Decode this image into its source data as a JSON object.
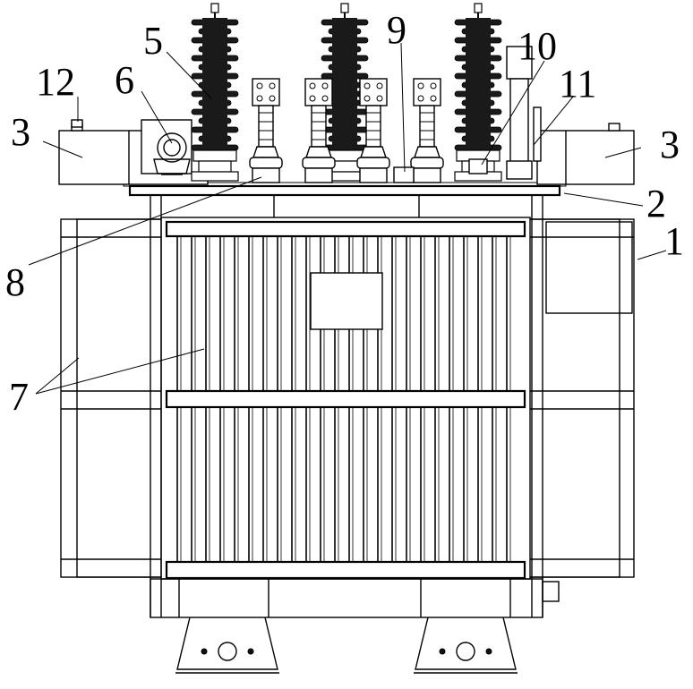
{
  "diagram": {
    "labels": {
      "l1": "1",
      "l2": "2",
      "l3a": "3",
      "l3b": "3",
      "l5": "5",
      "l6": "6",
      "l7": "7",
      "l8": "8",
      "l9": "9",
      "l10": "10",
      "l11": "11",
      "l12": "12"
    }
  }
}
